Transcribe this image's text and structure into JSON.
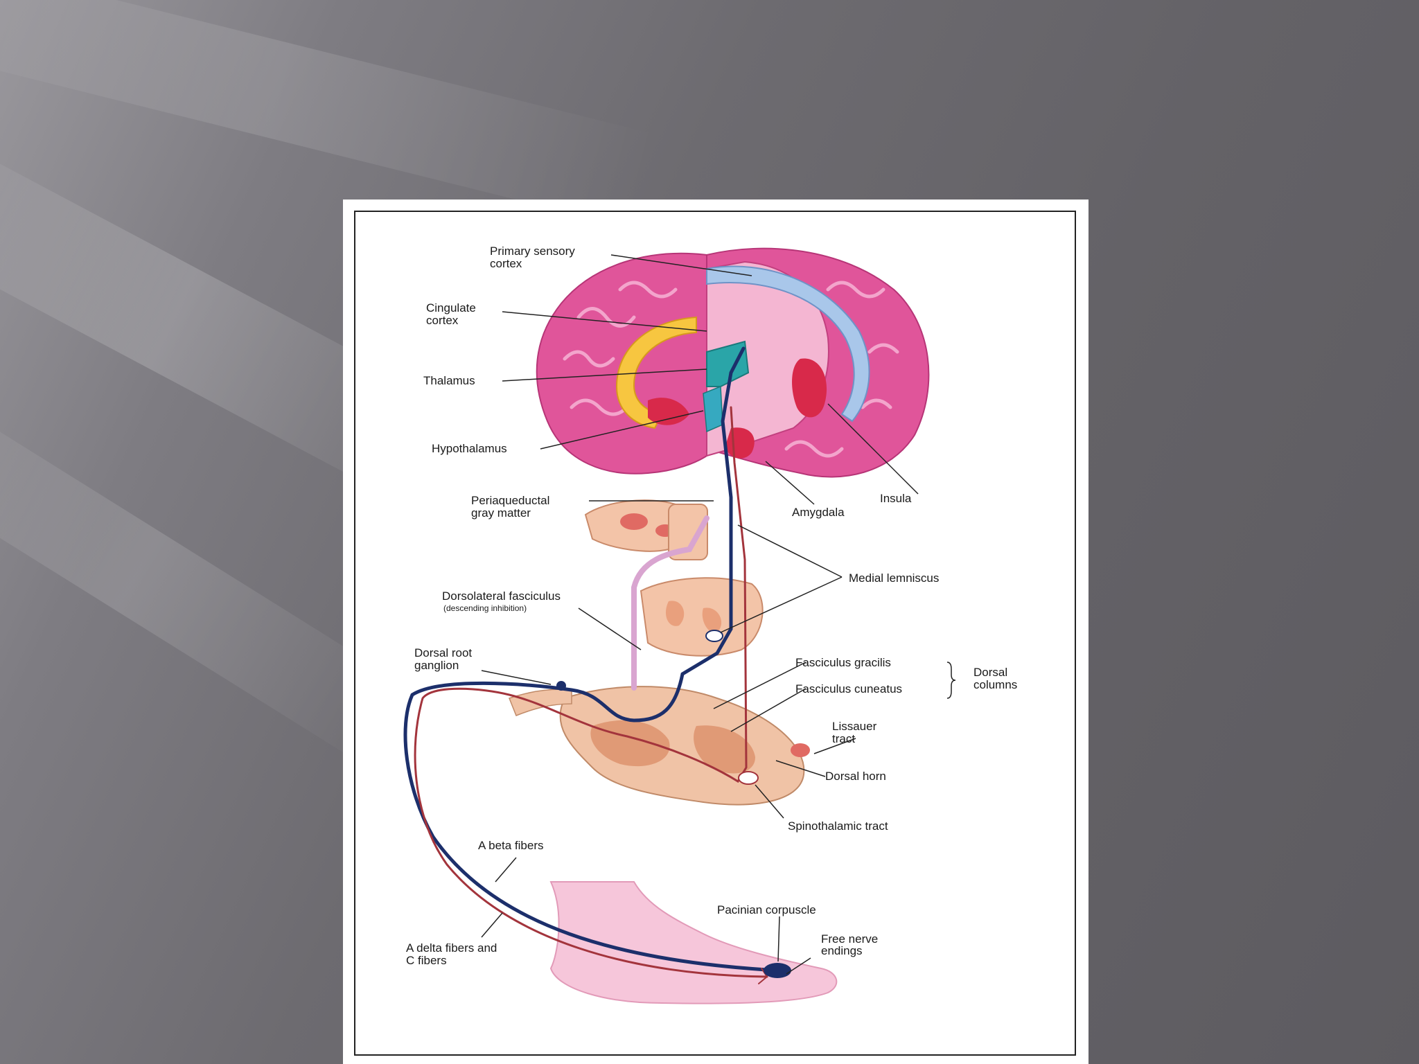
{
  "diagram": {
    "labels": {
      "primary_sensory_cortex_1": "Primary sensory",
      "primary_sensory_cortex_2": "cortex",
      "cingulate_cortex_1": "Cingulate",
      "cingulate_cortex_2": "cortex",
      "thalamus": "Thalamus",
      "hypothalamus": "Hypothalamus",
      "periaqueductal_1": "Periaqueductal",
      "periaqueductal_2": "gray matter",
      "amygdala": "Amygdala",
      "insula": "Insula",
      "medial_lemniscus": "Medial lemniscus",
      "dorsolateral_fasciculus": "Dorsolateral fasciculus",
      "dorsolateral_note": "(descending inhibition)",
      "dorsal_root_ganglion_1": "Dorsal root",
      "dorsal_root_ganglion_2": "ganglion",
      "fasciculus_gracilis": "Fasciculus gracilis",
      "fasciculus_cuneatus": "Fasciculus cuneatus",
      "dorsal_columns_1": "Dorsal",
      "dorsal_columns_2": "columns",
      "lissauer_1": "Lissauer",
      "lissauer_2": "tract",
      "dorsal_horn": "Dorsal horn",
      "spinothalamic_tract": "Spinothalamic tract",
      "a_beta_fibers": "A beta fibers",
      "pacinian_corpuscle": "Pacinian corpuscle",
      "free_nerve_1": "Free nerve",
      "free_nerve_2": "endings",
      "a_delta_1": "A delta fibers and",
      "a_delta_2": "C fibers"
    },
    "colors": {
      "brain_pink": "#e0559a",
      "fiber_blue": "#1c2f6b",
      "fiber_red": "#a3343c"
    }
  }
}
